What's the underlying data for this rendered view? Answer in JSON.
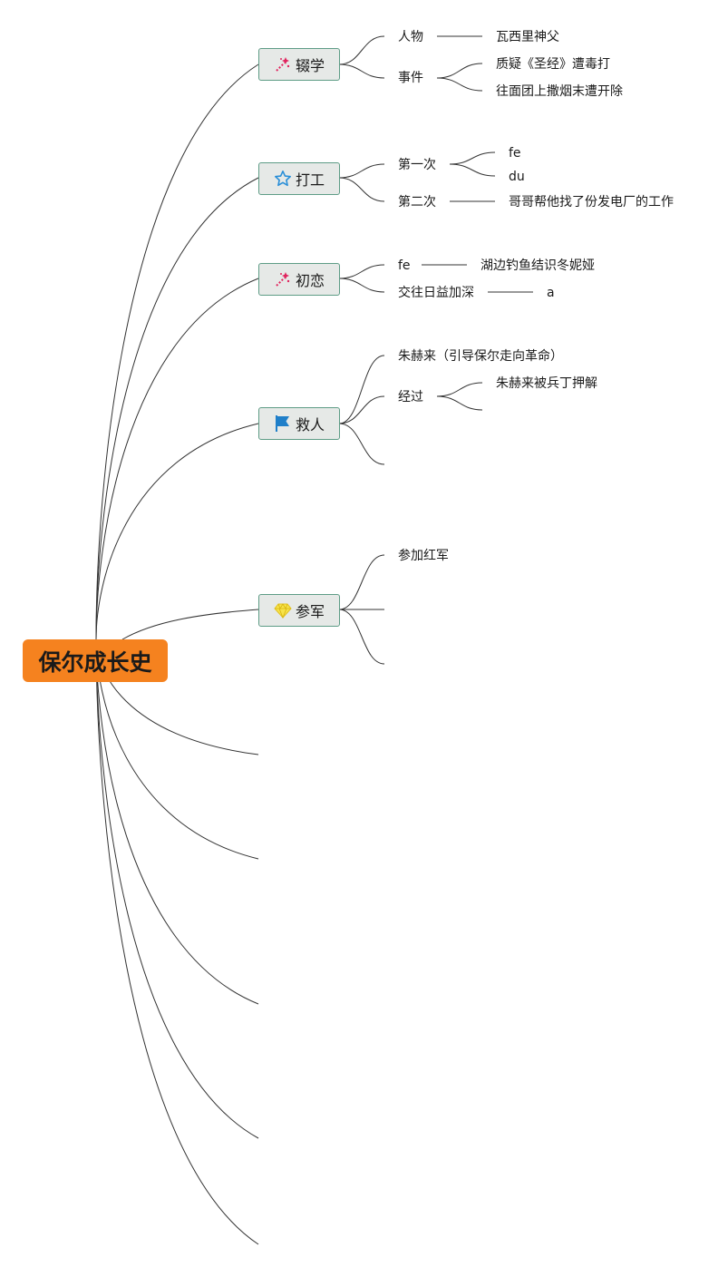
{
  "root": {
    "label": "保尔成长史",
    "color": "#f5821f"
  },
  "topics": [
    {
      "label": "辍学",
      "icon": "sparkle-wand-icon",
      "children": [
        {
          "label": "人物",
          "children": [
            {
              "label": "瓦西里神父"
            }
          ]
        },
        {
          "label": "事件",
          "children": [
            {
              "label": "质疑《圣经》遭毒打"
            },
            {
              "label": "往面团上撒烟末遭开除"
            }
          ]
        }
      ]
    },
    {
      "label": "打工",
      "icon": "star-outline-icon",
      "children": [
        {
          "label": "第一次",
          "children": [
            {
              "label": "fe"
            },
            {
              "label": "du"
            }
          ]
        },
        {
          "label": "第二次",
          "children": [
            {
              "label": "哥哥帮他找了份发电厂的工作"
            }
          ]
        }
      ]
    },
    {
      "label": "初恋",
      "icon": "sparkle-wand-icon",
      "children": [
        {
          "label": "fe",
          "children": [
            {
              "label": "湖边钓鱼结识冬妮娅"
            }
          ]
        },
        {
          "label": "交往日益加深",
          "children": [
            {
              "label": "a"
            }
          ]
        }
      ]
    },
    {
      "label": "救人",
      "icon": "flag-icon",
      "children": [
        {
          "label": "朱赫来（引导保尔走向革命）"
        },
        {
          "label": "经过",
          "children": [
            {
              "label": "朱赫来被兵丁押解"
            },
            {
              "label": ""
            }
          ]
        },
        {
          "label": ""
        }
      ]
    },
    {
      "label": "参军",
      "icon": "diamond-icon",
      "children": [
        {
          "label": "参加红军"
        },
        {
          "label": ""
        },
        {
          "label": ""
        }
      ]
    },
    {
      "label": ""
    },
    {
      "label": ""
    },
    {
      "label": ""
    },
    {
      "label": ""
    },
    {
      "label": ""
    }
  ],
  "colors": {
    "topic_fill": "#e6e9e7",
    "topic_border": "#5e9c86",
    "line": "#333333"
  }
}
